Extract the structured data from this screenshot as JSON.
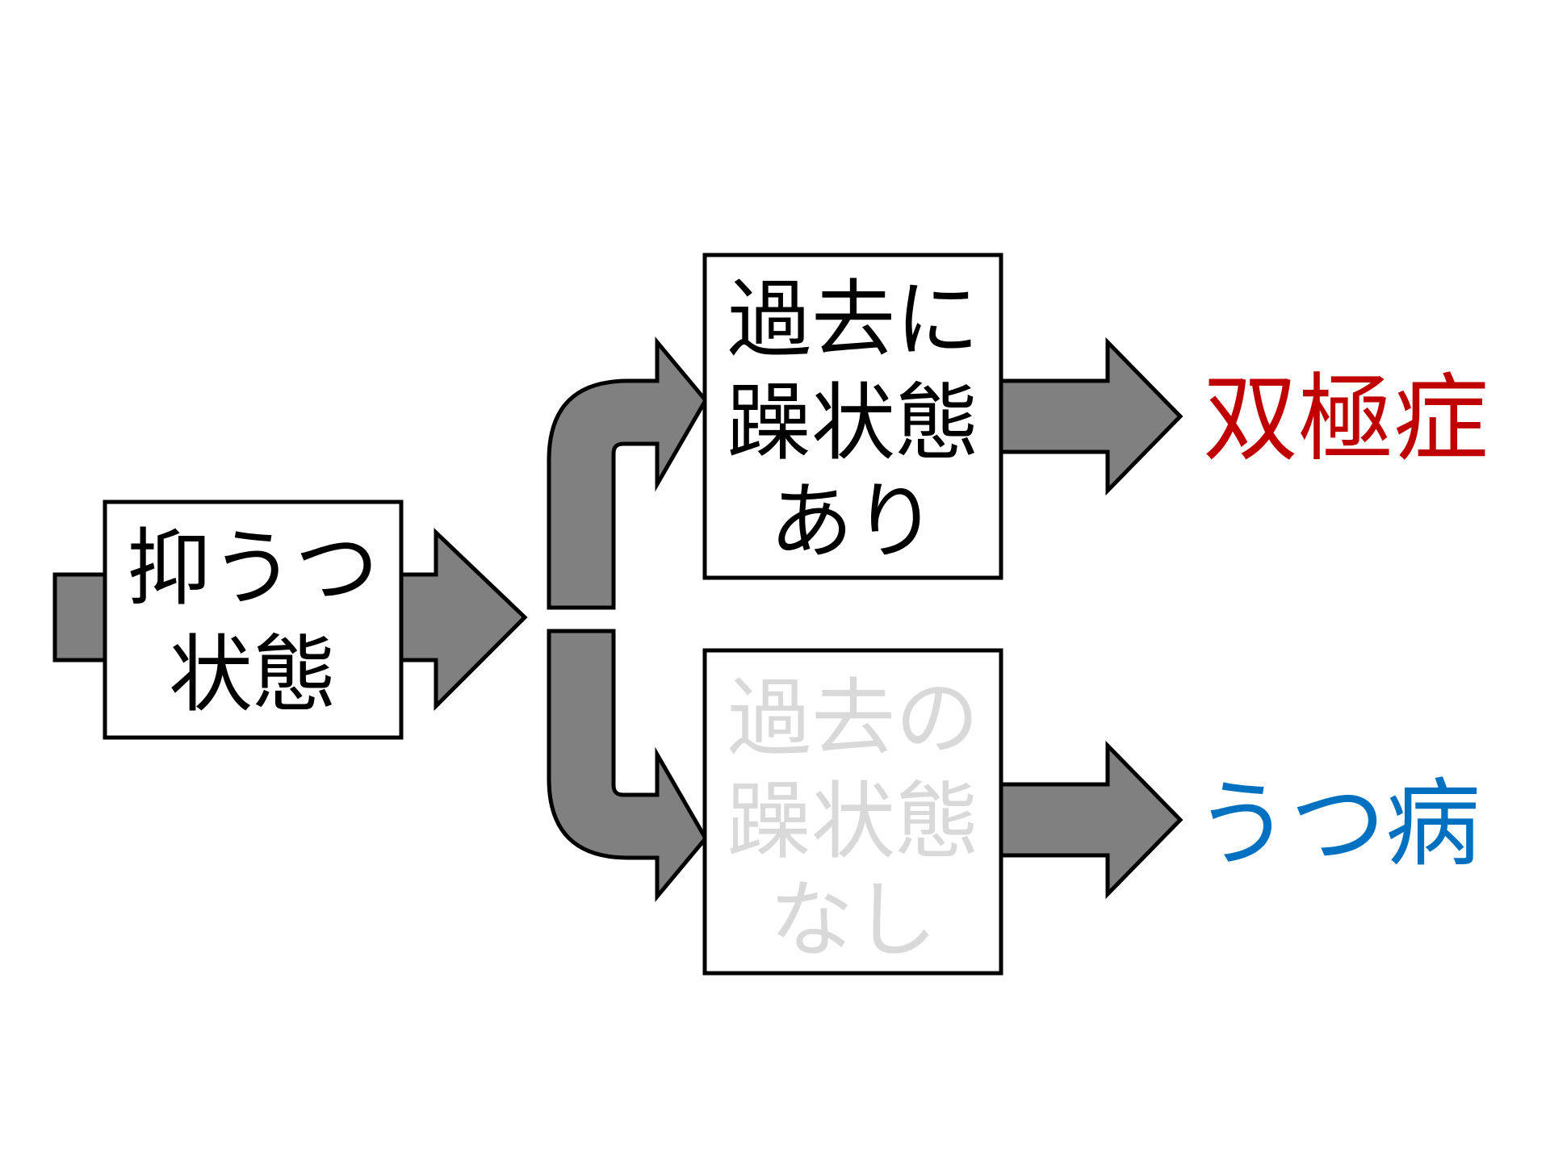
{
  "nodes": {
    "depressive_state": {
      "line1": "抑うつ",
      "line2": "状態"
    },
    "past_mania_yes": {
      "line1": "過去に",
      "line2": "躁状態",
      "line3": "あり"
    },
    "past_mania_no": {
      "line1": "過去の",
      "line2": "躁状態",
      "line3": "なし"
    }
  },
  "outcomes": {
    "bipolar": "双極症",
    "depression": "うつ病"
  },
  "colors": {
    "arrow_fill": "#808080",
    "outline": "#000000",
    "text_default": "#000000",
    "text_faded": "#d9d9d9",
    "bipolar": "#c00000",
    "depression": "#0070c0"
  }
}
